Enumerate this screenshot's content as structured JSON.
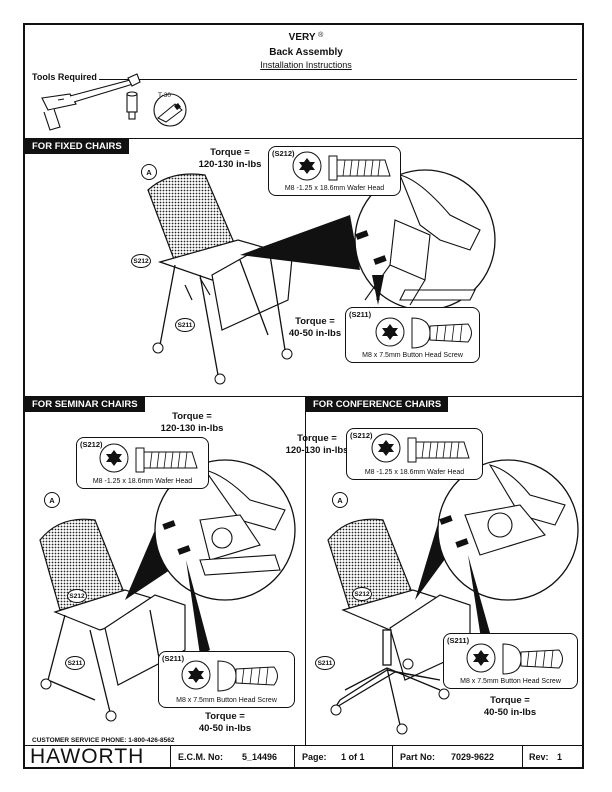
{
  "header": {
    "product": "VERY",
    "product_mark": "®",
    "title": "Back Assembly",
    "subtitle": "Installation Instructions",
    "tools_label": "Tools Required",
    "tool_bit_label": "T-30"
  },
  "fixed": {
    "band": "FOR FIXED CHAIRS",
    "torque_top": [
      "Torque =",
      "120-130 in-lbs"
    ],
    "torque_bottom": [
      "Torque =",
      "40-50 in-lbs"
    ],
    "callout_wafer": {
      "tag": "(S212)",
      "caption": "M8 -1.25 x 18.6mm Wafer Head"
    },
    "callout_button": {
      "tag": "(S211)",
      "caption": "M8 x 7.5mm Button Head Screw"
    },
    "labels": {
      "a": "A",
      "s212": "S212",
      "s211": "S211"
    }
  },
  "seminar": {
    "band": "FOR SEMINAR CHAIRS",
    "torque_top": [
      "Torque =",
      "120-130 in-lbs"
    ],
    "torque_bottom": [
      "Torque =",
      "40-50 in-lbs"
    ],
    "callout_wafer": {
      "tag": "(S212)",
      "caption": "M8 -1.25 x 18.6mm Wafer Head"
    },
    "callout_button": {
      "tag": "(S211)",
      "caption": "M8 x 7.5mm Button Head Screw"
    },
    "labels": {
      "a": "A",
      "s212": "S212",
      "s211": "S211"
    }
  },
  "conference": {
    "band": "FOR CONFERENCE CHAIRS",
    "torque_top": [
      "Torque =",
      "120-130 in-lbs"
    ],
    "torque_bottom": [
      "Torque =",
      "40-50 in-lbs"
    ],
    "callout_wafer": {
      "tag": "(S212)",
      "caption": "M8 -1.25 x 18.6mm Wafer Head"
    },
    "callout_button": {
      "tag": "(S211)",
      "caption": "M8 x 7.5mm Button Head Screw"
    },
    "labels": {
      "a": "A",
      "s212": "S212",
      "s211": "S211"
    }
  },
  "footer": {
    "phone": "CUSTOMER SERVICE PHONE: 1-800-426-8562",
    "logo": "HAWORTH",
    "ecm_label": "E.C.M. No:",
    "ecm_value": "5_14496",
    "page_label": "Page:",
    "page_value": "1 of 1",
    "part_label": "Part No:",
    "part_value": "7029-9622",
    "rev_label": "Rev:",
    "rev_value": "1"
  }
}
